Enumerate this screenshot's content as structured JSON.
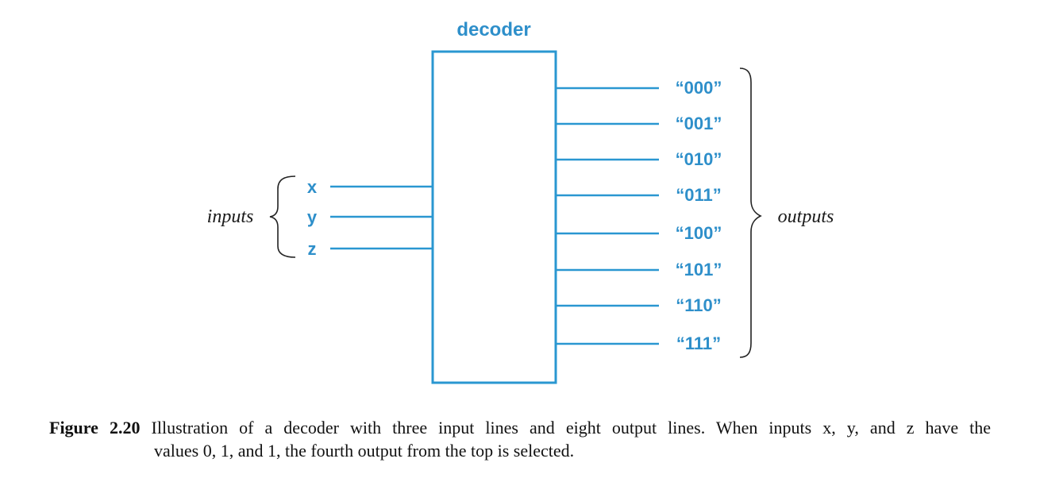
{
  "colors": {
    "wire": "#2a97d1",
    "label": "#2e8fca",
    "text": "#1a1a1a",
    "bracket": "#222222"
  },
  "diagram": {
    "title": "decoder",
    "inputs_label": "inputs",
    "outputs_label": "outputs",
    "inputs": [
      "x",
      "y",
      "z"
    ],
    "outputs": [
      "“000”",
      "“001”",
      "“010”",
      "“011”",
      "“100”",
      "“101”",
      "“110”",
      "“111”"
    ]
  },
  "caption": {
    "figure_number": "Figure 2.20",
    "text_line1": "Illustration of a decoder with three input lines and eight output lines. When inputs x, y, and z have the",
    "text_line2": "values 0, 1, and 1, the fourth output from the top is selected."
  }
}
